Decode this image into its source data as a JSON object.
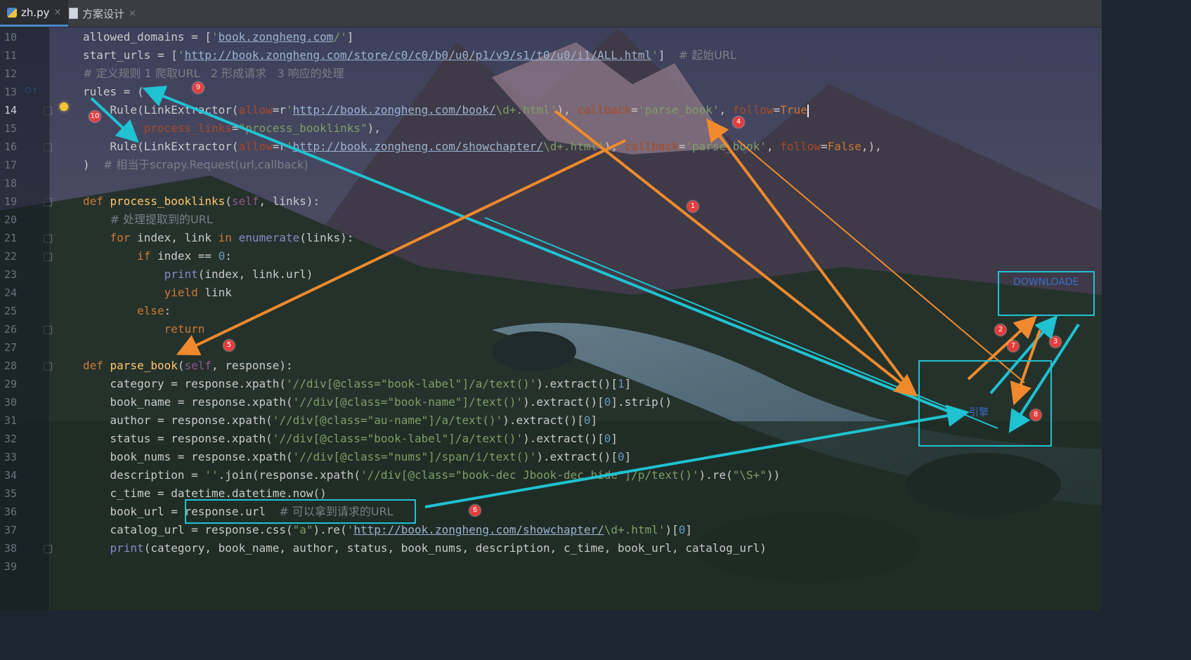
{
  "tabs": [
    {
      "label": "zh.py",
      "close": "×"
    },
    {
      "label": "方案设计",
      "close": "×"
    }
  ],
  "annotations": {
    "download_label": "DOWNLOADE",
    "engine_label": "引擎",
    "badges": [
      "1",
      "2",
      "3",
      "4",
      "5",
      "6",
      "7",
      "8",
      "9",
      "10"
    ]
  },
  "colors": {
    "cyan_arrow": "#1fc2d1",
    "orange_arrow": "#f08a2c",
    "badge": "#e53d3d"
  },
  "code_lines": [
    {
      "n": "10",
      "tokens": [
        [
          "plain",
          "allowed_domains = ["
        ],
        [
          "str",
          "'"
        ],
        [
          "url",
          "book.zongheng.com"
        ],
        [
          "str",
          "/'"
        ],
        [
          "plain",
          "]"
        ]
      ]
    },
    {
      "n": "11",
      "tokens": [
        [
          "plain",
          "start_urls = ["
        ],
        [
          "str",
          "'"
        ],
        [
          "url",
          "http://book.zongheng.com/store/c0/c0/b0/u0/p1/v9/s1/t0/u0/i1/ALL.html"
        ],
        [
          "str",
          "'"
        ],
        [
          "plain",
          "]  "
        ],
        [
          "cm",
          "# 起始URL"
        ]
      ]
    },
    {
      "n": "12",
      "tokens": [
        [
          "cm",
          "# 定义规则 1 爬取URL   2 形成请求   3 响应的处理"
        ]
      ]
    },
    {
      "n": "13",
      "tokens": [
        [
          "plain",
          "rules = ("
        ]
      ]
    },
    {
      "n": "14",
      "tokens": [
        [
          "plain",
          "    Rule(LinkExtractor("
        ],
        [
          "prm",
          "allow"
        ],
        [
          "plain",
          "=r"
        ],
        [
          "str",
          "'"
        ],
        [
          "url",
          "http://book.zongheng.com/book/"
        ],
        [
          "str",
          "\\d+.html'"
        ],
        [
          "plain",
          "), "
        ],
        [
          "prm",
          "callback"
        ],
        [
          "plain",
          "="
        ],
        [
          "str",
          "'parse_book'"
        ],
        [
          "plain",
          ", "
        ],
        [
          "prm",
          "follow"
        ],
        [
          "plain",
          "="
        ],
        [
          "kw",
          "True"
        ]
      ]
    },
    {
      "n": "15",
      "tokens": [
        [
          "plain",
          "         "
        ],
        [
          "prm",
          "process_links"
        ],
        [
          "plain",
          "="
        ],
        [
          "str",
          "\"process_booklinks\""
        ],
        [
          "plain",
          "),"
        ]
      ]
    },
    {
      "n": "16",
      "tokens": [
        [
          "plain",
          "    Rule(LinkExtractor("
        ],
        [
          "prm",
          "allow"
        ],
        [
          "plain",
          "=r"
        ],
        [
          "str",
          "'"
        ],
        [
          "url",
          "http://book.zongheng.com/showchapter/"
        ],
        [
          "str",
          "\\d+.html'"
        ],
        [
          "plain",
          "), "
        ],
        [
          "prm",
          "callback"
        ],
        [
          "plain",
          "="
        ],
        [
          "str",
          "'parse_book'"
        ],
        [
          "plain",
          ", "
        ],
        [
          "prm",
          "follow"
        ],
        [
          "plain",
          "="
        ],
        [
          "kw",
          "False"
        ],
        [
          "plain",
          ",),"
        ]
      ]
    },
    {
      "n": "17",
      "tokens": [
        [
          "plain",
          ")  "
        ],
        [
          "cm",
          "# 相当于scrapy.Request(url,callback)"
        ]
      ]
    },
    {
      "n": "18",
      "tokens": []
    },
    {
      "n": "19",
      "tokens": [
        [
          "kw",
          "def "
        ],
        [
          "fn",
          "process_booklinks"
        ],
        [
          "plain",
          "("
        ],
        [
          "self",
          "self"
        ],
        [
          "plain",
          ", links):"
        ]
      ]
    },
    {
      "n": "20",
      "tokens": [
        [
          "plain",
          "    "
        ],
        [
          "cm",
          "# 处理提取到的URL"
        ]
      ]
    },
    {
      "n": "21",
      "tokens": [
        [
          "plain",
          "    "
        ],
        [
          "kw",
          "for"
        ],
        [
          "plain",
          " index, link "
        ],
        [
          "kw",
          "in"
        ],
        [
          "plain",
          " "
        ],
        [
          "bi",
          "enumerate"
        ],
        [
          "plain",
          "(links):"
        ]
      ]
    },
    {
      "n": "22",
      "tokens": [
        [
          "plain",
          "        "
        ],
        [
          "kw",
          "if"
        ],
        [
          "plain",
          " index == "
        ],
        [
          "num",
          "0"
        ],
        [
          "plain",
          ":"
        ]
      ]
    },
    {
      "n": "23",
      "tokens": [
        [
          "plain",
          "            "
        ],
        [
          "bi",
          "print"
        ],
        [
          "plain",
          "(index, link.url)"
        ]
      ]
    },
    {
      "n": "24",
      "tokens": [
        [
          "plain",
          "            "
        ],
        [
          "kw",
          "yield"
        ],
        [
          "plain",
          " link"
        ]
      ]
    },
    {
      "n": "25",
      "tokens": [
        [
          "plain",
          "        "
        ],
        [
          "kw",
          "else"
        ],
        [
          "plain",
          ":"
        ]
      ]
    },
    {
      "n": "26",
      "tokens": [
        [
          "plain",
          "            "
        ],
        [
          "kw",
          "return"
        ]
      ]
    },
    {
      "n": "27",
      "tokens": []
    },
    {
      "n": "28",
      "tokens": [
        [
          "kw",
          "def "
        ],
        [
          "fn",
          "parse_book"
        ],
        [
          "plain",
          "("
        ],
        [
          "self",
          "self"
        ],
        [
          "plain",
          ", response):"
        ]
      ]
    },
    {
      "n": "29",
      "tokens": [
        [
          "plain",
          "    category = response.xpath("
        ],
        [
          "str",
          "'//div[@class=\"book-label\"]/a/text()'"
        ],
        [
          "plain",
          ").extract()["
        ],
        [
          "num",
          "1"
        ],
        [
          "plain",
          "]"
        ]
      ]
    },
    {
      "n": "30",
      "tokens": [
        [
          "plain",
          "    book_name = response.xpath("
        ],
        [
          "str",
          "'//div[@class=\"book-name\"]/text()'"
        ],
        [
          "plain",
          ").extract()["
        ],
        [
          "num",
          "0"
        ],
        [
          "plain",
          "].strip()"
        ]
      ]
    },
    {
      "n": "31",
      "tokens": [
        [
          "plain",
          "    author = response.xpath("
        ],
        [
          "str",
          "'//div[@class=\"au-name\"]/a/text()'"
        ],
        [
          "plain",
          ").extract()["
        ],
        [
          "num",
          "0"
        ],
        [
          "plain",
          "]"
        ]
      ]
    },
    {
      "n": "32",
      "tokens": [
        [
          "plain",
          "    status = response.xpath("
        ],
        [
          "str",
          "'//div[@class=\"book-label\"]/a/text()'"
        ],
        [
          "plain",
          ").extract()["
        ],
        [
          "num",
          "0"
        ],
        [
          "plain",
          "]"
        ]
      ]
    },
    {
      "n": "33",
      "tokens": [
        [
          "plain",
          "    book_nums = response.xpath("
        ],
        [
          "str",
          "'//div[@class=\"nums\"]/span/i/text()'"
        ],
        [
          "plain",
          ").extract()["
        ],
        [
          "num",
          "0"
        ],
        [
          "plain",
          "]"
        ]
      ]
    },
    {
      "n": "34",
      "tokens": [
        [
          "plain",
          "    description = "
        ],
        [
          "str",
          "''"
        ],
        [
          "plain",
          ".join(response.xpath("
        ],
        [
          "str",
          "'//div[@class=\"book-dec Jbook-dec hide\"]/p/text()'"
        ],
        [
          "plain",
          ").re("
        ],
        [
          "str",
          "\"\\S+\""
        ],
        [
          "plain",
          "))"
        ]
      ]
    },
    {
      "n": "35",
      "tokens": [
        [
          "plain",
          "    c_time = datetime.datetime.now()"
        ]
      ]
    },
    {
      "n": "36",
      "tokens": [
        [
          "plain",
          "    book_url = response.url  "
        ],
        [
          "cm",
          "# 可以拿到请求的URL"
        ]
      ]
    },
    {
      "n": "37",
      "tokens": [
        [
          "plain",
          "    catalog_url = response.css("
        ],
        [
          "str",
          "\"a\""
        ],
        [
          "plain",
          ").re("
        ],
        [
          "str",
          "'"
        ],
        [
          "url",
          "http://book.zongheng.com/showchapter/"
        ],
        [
          "str",
          "\\d+.html'"
        ],
        [
          "plain",
          ")["
        ],
        [
          "num",
          "0"
        ],
        [
          "plain",
          "]"
        ]
      ]
    },
    {
      "n": "38",
      "tokens": [
        [
          "plain",
          "    "
        ],
        [
          "bi",
          "print"
        ],
        [
          "plain",
          "(category, book_name, author, status, book_nums, description, c_time, book_url, catalog_url)"
        ]
      ]
    },
    {
      "n": "39",
      "tokens": []
    }
  ]
}
